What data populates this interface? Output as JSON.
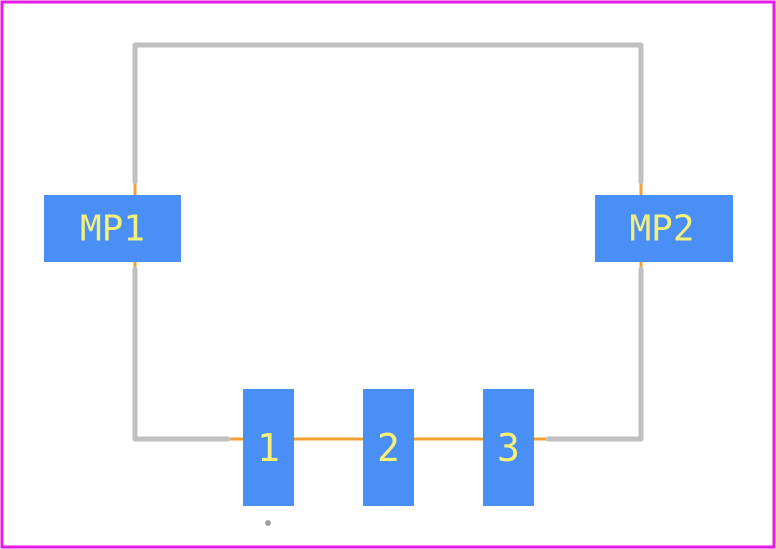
{
  "colors": {
    "border": "#e619e6",
    "outline": "#c0c0c0",
    "pad": "#4a8ff5",
    "label": "#f5f07a",
    "lead": "#f5a030",
    "marker": "#a0a0a0"
  },
  "pads": [
    {
      "id": "MP1",
      "label": "MP1"
    },
    {
      "id": "MP2",
      "label": "MP2"
    },
    {
      "id": "1",
      "label": "1"
    },
    {
      "id": "2",
      "label": "2"
    },
    {
      "id": "3",
      "label": "3"
    }
  ]
}
